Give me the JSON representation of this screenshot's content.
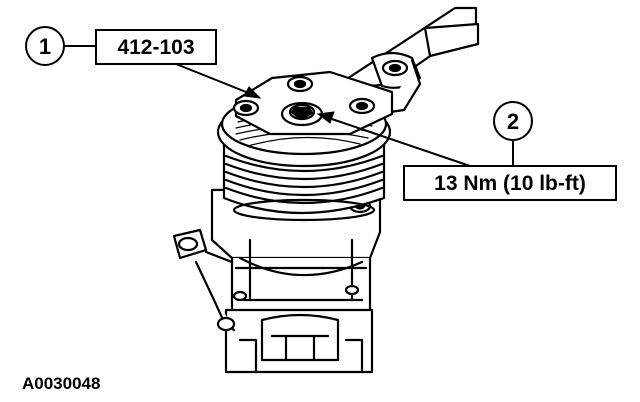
{
  "callouts": [
    {
      "number": "1",
      "label": "412-103"
    },
    {
      "number": "2",
      "label": "13 Nm (10 lb-ft)"
    }
  ],
  "figure_id": "A0030048",
  "colors": {
    "line": "#000000",
    "background": "#ffffff"
  }
}
